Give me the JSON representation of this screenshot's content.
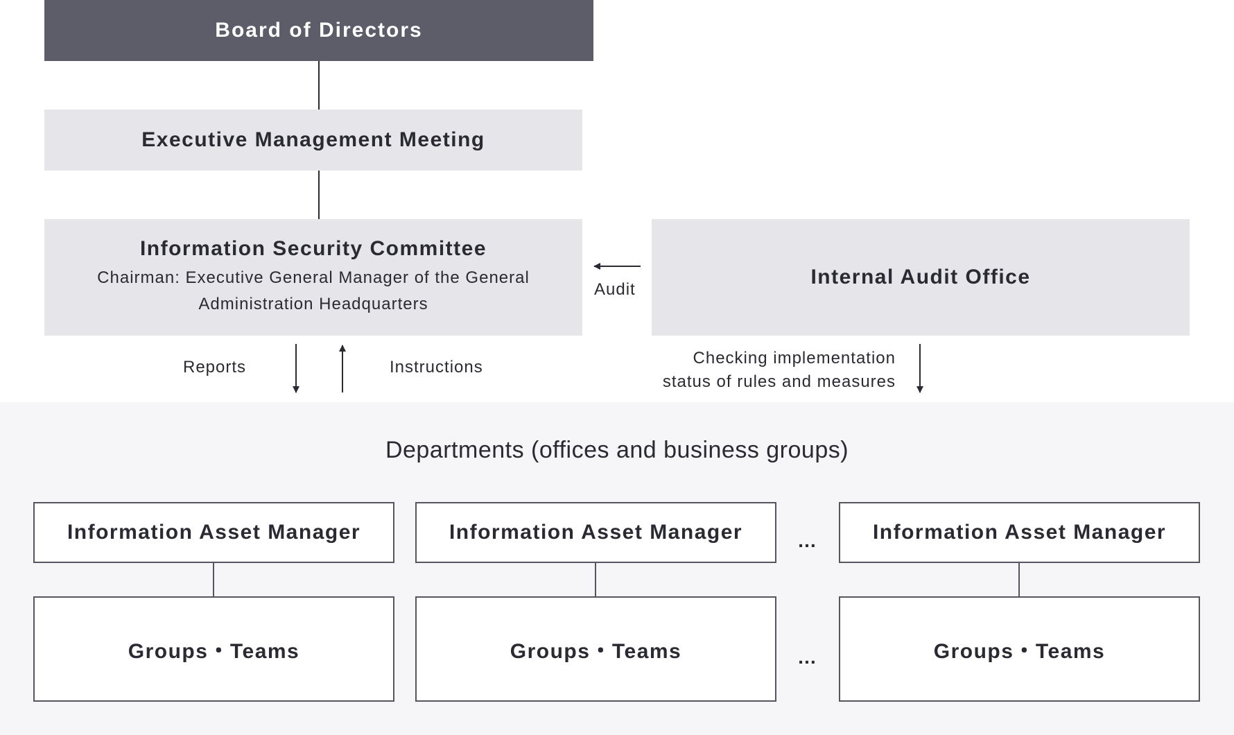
{
  "board": {
    "title": "Board of Directors"
  },
  "executive": {
    "title": "Executive Management Meeting"
  },
  "committee": {
    "title": "Information Security Committee",
    "chair_line1": "Chairman: Executive General Manager of the General",
    "chair_line2": "Administration Headquarters"
  },
  "audit_office": {
    "title": "Internal Audit Office"
  },
  "arrows": {
    "audit": "Audit",
    "reports": "Reports",
    "instructions": "Instructions",
    "checking_line1": "Checking implementation",
    "checking_line2": "status of rules and measures"
  },
  "departments": {
    "title": "Departments (offices and business groups)",
    "manager_label": "Information Asset Manager",
    "groups_label": "Groups・Teams",
    "ellipsis": "…"
  },
  "colors": {
    "dark_box": "#5d5c69",
    "light_box": "#e5e5ea",
    "panel": "#f6f6f8",
    "outline": "#555560",
    "line": "#2a2a33"
  }
}
